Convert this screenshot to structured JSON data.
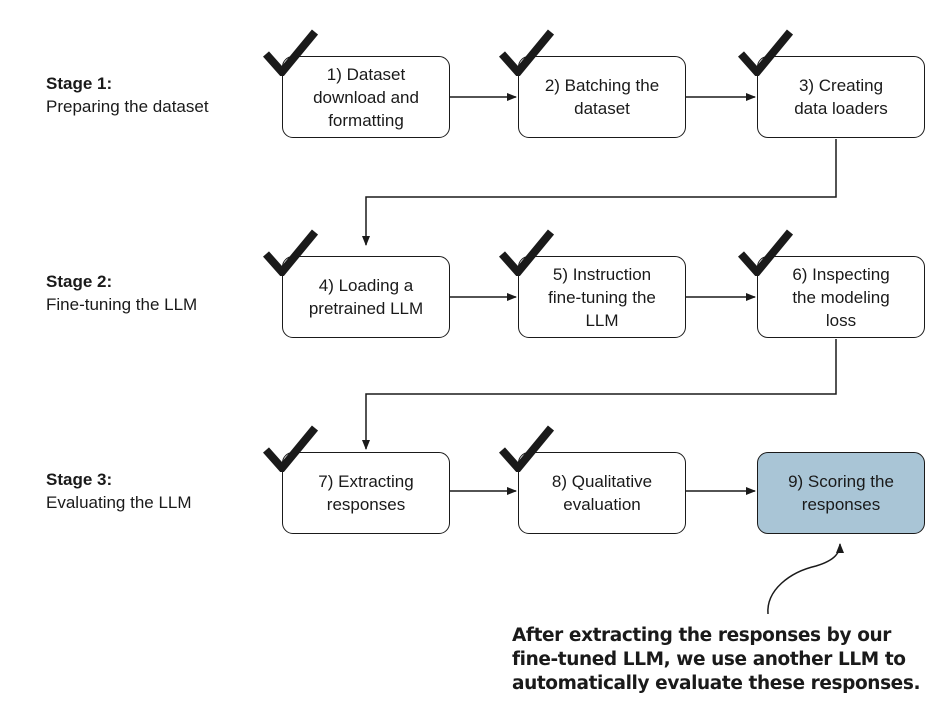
{
  "stages": [
    {
      "title": "Stage 1:",
      "subtitle": "Preparing the dataset"
    },
    {
      "title": "Stage 2:",
      "subtitle": "Fine-tuning the LLM"
    },
    {
      "title": "Stage 3:",
      "subtitle": "Evaluating the LLM"
    }
  ],
  "steps": [
    {
      "label": "1) Dataset\ndownload and\nformatting",
      "done": true
    },
    {
      "label": "2) Batching the\ndataset",
      "done": true
    },
    {
      "label": "3) Creating\ndata loaders",
      "done": true
    },
    {
      "label": "4) Loading a\npretrained LLM",
      "done": true
    },
    {
      "label": "5) Instruction\nfine-tuning the\nLLM",
      "done": true
    },
    {
      "label": "6) Inspecting\nthe modeling\nloss",
      "done": true
    },
    {
      "label": "7) Extracting\nresponses",
      "done": true
    },
    {
      "label": "8) Qualitative\nevaluation",
      "done": true
    },
    {
      "label": "9) Scoring the\nresponses",
      "done": false
    }
  ],
  "annotation": [
    "After extracting the responses by our",
    "fine-tuned LLM, we use another LLM to",
    "automatically evaluate these responses."
  ],
  "colors": {
    "highlight": "#a9c5d6",
    "stroke": "#1a1a1a"
  }
}
